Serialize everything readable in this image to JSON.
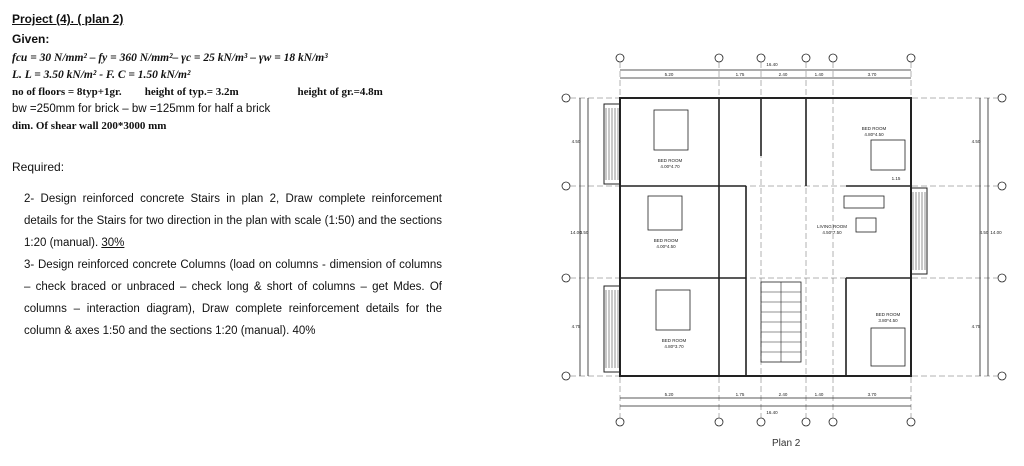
{
  "header": {
    "title": "Project (4). ( plan 2)",
    "given_label": "Given:"
  },
  "given": {
    "line1": "fcu = 30 N/mm² – fy = 360 N/mm²– γc = 25 kN/m³ – γw = 18 kN/m³",
    "line2": "L. L = 3.50 kN/m² - F. C = 1.50 kN/m²",
    "line3": {
      "floors": "no of floors = 8typ+1gr.",
      "typ_height": "height of typ.= 3.2m",
      "gr_height": "height of gr.=4.8m"
    },
    "line4": "bw =250mm for brick – bw =125mm for half a brick",
    "line5": "dim. Of shear wall   200*3000 mm"
  },
  "required": {
    "label": "Required:",
    "item2_text": "2- Design reinforced concrete Stairs in plan 2, Draw complete reinforcement details for the Stairs for two direction in the plan with scale (1:50) and the sections 1:20 (manual).",
    "item2_pct": "30%",
    "item3_text": "3- Design reinforced concrete Columns (load on columns - dimension of columns – check braced or unbraced – check long & short of columns – get Mdes. Of columns – interaction diagram), Draw complete reinforcement details for the column & axes 1:50 and the sections 1:20 (manual).",
    "item3_pct": "40%"
  },
  "plan": {
    "caption": "Plan 2",
    "overall_width": "16.40",
    "top_dims": [
      "5.20",
      "1.75",
      "2.40",
      "1.40",
      "3.70"
    ],
    "bottom_dims": [
      "5.20",
      "1.75",
      "2.40",
      "1.40",
      "3.70"
    ],
    "left_dims": [
      "4.50",
      "4.50",
      "4.75"
    ],
    "left_total": "14.00",
    "right_dims": [
      "4.50",
      "4.50",
      "4.75"
    ],
    "right_total": "14.00",
    "rooms": [
      {
        "name": "BED ROOM",
        "size": "4.00*4.70"
      },
      {
        "name": "BED ROOM",
        "size": "4.80*4.50"
      },
      {
        "name": "BED ROOM",
        "size": "4.00*4.50"
      },
      {
        "name": "LIVING ROOM",
        "size": "4.50*7.50"
      },
      {
        "name": "BED ROOM",
        "size": "4.80*3.70"
      },
      {
        "name": "BED ROOM",
        "size": "3.80*4.50"
      }
    ],
    "small_label": "1.15"
  },
  "colors": {
    "text": "#111111",
    "line": "#222222"
  }
}
